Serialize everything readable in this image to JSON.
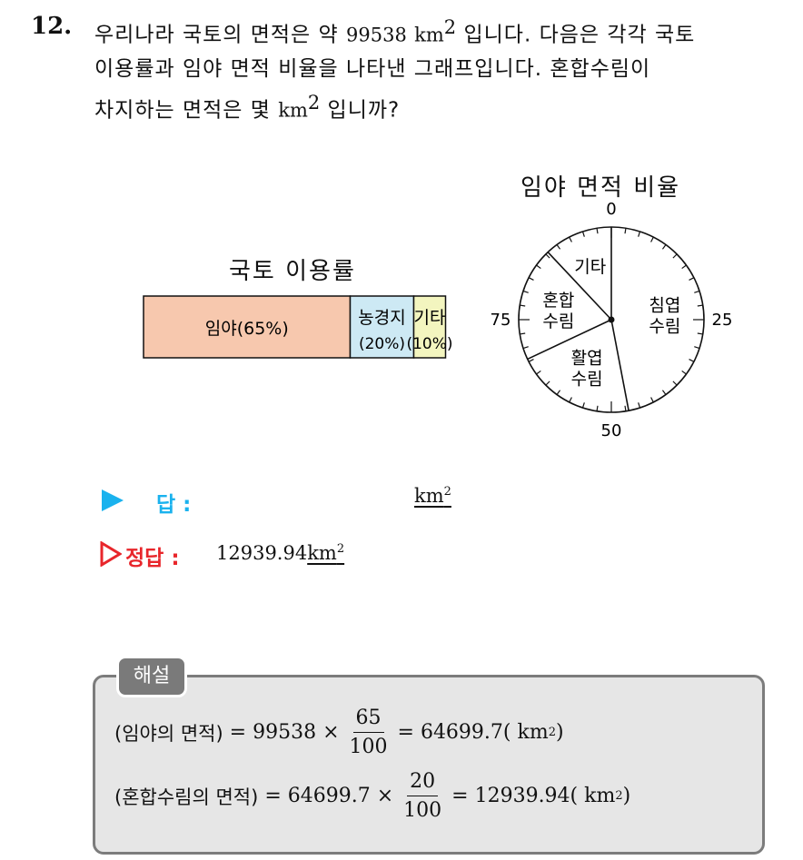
{
  "question": {
    "number": "12.",
    "line1_a": "우리나라 국토의 면적은 약 ",
    "area": "99538",
    "unit": "km",
    "line1_b": " 입니다. 다음은 각각 국토",
    "line2": "이용률과 임야 면적 비율을 나타낸 그래프입니다. 혼합수림이",
    "line3_a": "차지하는 면적은 몇 ",
    "line3_b": " 입니까?"
  },
  "unit_exp": "2",
  "chart_data": [
    {
      "type": "bar",
      "title": "국토 이용률",
      "segments": [
        {
          "label": "임야(65%)",
          "value": 65,
          "color": "#f7c8ae"
        },
        {
          "label": "농경지",
          "sub": "(20%)",
          "value": 20,
          "color": "#cde9f4"
        },
        {
          "label": "기타",
          "sub": "(10%)",
          "value": 10,
          "color": "#f3f5bf"
        }
      ]
    },
    {
      "type": "pie",
      "title": "임야 면적 비율",
      "scale": {
        "max": 100,
        "ticks": [
          "0",
          "25",
          "50",
          "75"
        ]
      },
      "slices": [
        {
          "label_1": "침엽",
          "label_2": "수림",
          "start": 0,
          "end": 47
        },
        {
          "label_1": "활엽",
          "label_2": "수림",
          "start": 47,
          "end": 68
        },
        {
          "label_1": "혼합",
          "label_2": "수림",
          "start": 68,
          "end": 88
        },
        {
          "label_1": "기타",
          "label_2": "",
          "start": 88,
          "end": 100
        }
      ]
    }
  ],
  "answer": {
    "label": "답 :",
    "correct_label": "정답 :",
    "correct_value": "12939.94"
  },
  "solution": {
    "tag": "해설",
    "eq1_lhs": "(임야의 면적)",
    "eq1_a": "= 99538 ×",
    "eq1_num": "65",
    "eq1_den": "100",
    "eq1_result": "= 64699.7(",
    "eq2_lhs": "(혼합수림의 면적)",
    "eq2_a": "= 64699.7 ×",
    "eq2_num": "20",
    "eq2_den": "100",
    "eq2_result": "= 12939.94(",
    "close": ")"
  }
}
